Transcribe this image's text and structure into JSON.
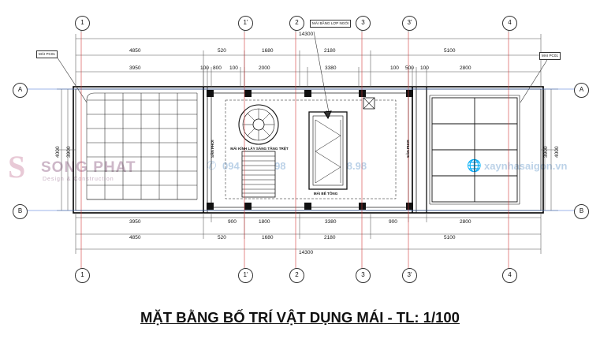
{
  "drawing": {
    "title_main": "MẶT BẰNG BỐ TRÍ VẬT DỤNG MÁI - TL: 1/100",
    "scale": "TL: 1/100"
  },
  "grid_bubbles_top": [
    {
      "id": "b-top-1",
      "label": "1"
    },
    {
      "id": "b-top-1p",
      "label": "1'"
    },
    {
      "id": "b-top-2",
      "label": "2"
    },
    {
      "id": "b-top-3",
      "label": "3"
    },
    {
      "id": "b-top-3p",
      "label": "3'"
    },
    {
      "id": "b-top-4",
      "label": "4"
    }
  ],
  "grid_bubbles_bottom": [
    {
      "id": "b-bot-1",
      "label": "1"
    },
    {
      "id": "b-bot-1p",
      "label": "1'"
    },
    {
      "id": "b-bot-2",
      "label": "2"
    },
    {
      "id": "b-bot-3",
      "label": "3"
    },
    {
      "id": "b-bot-3p",
      "label": "3'"
    },
    {
      "id": "b-bot-4",
      "label": "4"
    }
  ],
  "grid_bubbles_left": [
    {
      "id": "b-left-a",
      "label": "A"
    },
    {
      "id": "b-left-b",
      "label": "B"
    }
  ],
  "grid_bubbles_right": [
    {
      "id": "b-right-a",
      "label": "A"
    },
    {
      "id": "b-right-b",
      "label": "B"
    }
  ],
  "dimensions_top_row1": [
    "14300"
  ],
  "dimensions_top_row2": [
    "4850",
    "520",
    "1680",
    "2180",
    "5100"
  ],
  "dimensions_top_row3": [
    "3950",
    "100",
    "800",
    "100",
    "2000",
    "3380",
    "100",
    "500",
    "100",
    "2800"
  ],
  "dimensions_bottom_row1": [
    "3950",
    "900",
    "1800",
    "3380",
    "900",
    "2800"
  ],
  "dimensions_bottom_row2": [
    "4850",
    "520",
    "1680",
    "2180",
    "5100"
  ],
  "dimensions_bottom_row3": [
    "14300"
  ],
  "dimensions_left": [
    "4000",
    "3900"
  ],
  "dimensions_right": [
    "3900",
    "4000"
  ],
  "tags": [
    {
      "id": "tag-left",
      "text": "MÁI PC01"
    },
    {
      "id": "tag-right",
      "text": "MÁI PC01"
    },
    {
      "id": "tag-top-center",
      "text": "MÁI BẰNG LỢP NGÓI"
    }
  ],
  "room_labels": [
    {
      "id": "label-sanh-left",
      "text": "SÂN PHƠI"
    },
    {
      "id": "label-sanh-right",
      "text": "SÂN PHƠI"
    },
    {
      "id": "label-mai-kinh",
      "text": "MÁI KÍNH LẤY SÁNG TẦNG TRỆT"
    },
    {
      "id": "label-mai-be-tong",
      "text": "MÁI BÊ TÔNG"
    }
  ],
  "colors": {
    "line": "#000000",
    "dim_line": "#555555",
    "red_axis": "#d23b3b",
    "blue_axis": "#3b6fd2",
    "watermark_blue": "#bcd2e8",
    "watermark_pink": "#e8c9d6"
  },
  "watermark": {
    "logo_letter": "S",
    "brand": "SONG PHAT",
    "brand_sub": "Design & Construction",
    "phone1": "094",
    "phone2": "53.98",
    "phone3": "0945 98.98",
    "website": "xaynhasaigon.vn",
    "phone_icon": "phone-icon",
    "globe_icon": "globe-icon"
  }
}
